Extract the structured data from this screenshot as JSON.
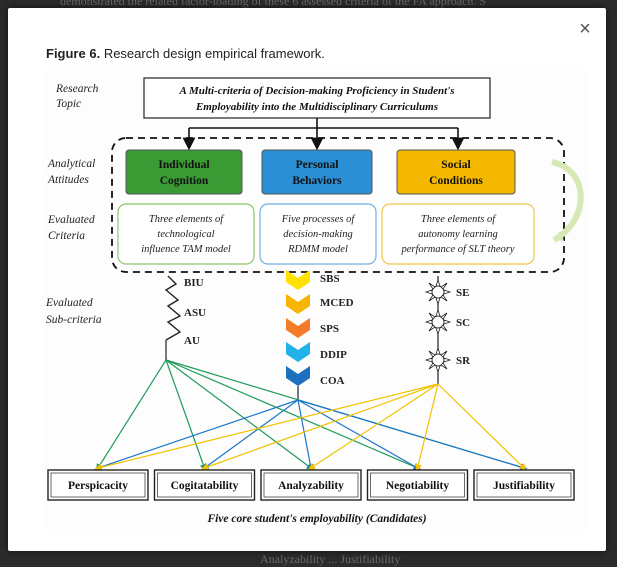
{
  "background": {
    "top_text": "demonstrated the related factor-loading of these 6 assessed criteria of the FA approach. S",
    "bottom_text": "Analyzability ... Justifiability"
  },
  "modal": {
    "close_label": "×",
    "caption_label": "Figure 6.",
    "caption_text": "Research design empirical framework."
  },
  "figure": {
    "left_labels": {
      "research_topic": [
        "Research",
        "Topic"
      ],
      "analytical_attitudes": [
        "Analytical",
        "Attitudes"
      ],
      "evaluated_criteria": [
        "Evaluated",
        "Criteria"
      ],
      "evaluated_subcriteria": [
        "Evaluated",
        "Sub-criteria"
      ]
    },
    "topic": [
      "A Multi-criteria of Decision-making Proficiency in Student's",
      "Employability into the Multidisciplinary Curriculums"
    ],
    "attitudes": [
      {
        "label": [
          "Individual",
          "Cognition"
        ],
        "color": "#3a9b35"
      },
      {
        "label": [
          "Personal",
          "Behaviors"
        ],
        "color": "#2a8fd4"
      },
      {
        "label": [
          "Social",
          "Conditions"
        ],
        "color": "#f5b800"
      }
    ],
    "criteria": [
      [
        "Three elements of",
        "technological",
        "influence TAM model"
      ],
      [
        "Five processes of",
        "decision-making",
        "RDMM model"
      ],
      [
        "Three elements of",
        "autonomy learning",
        "performance of SLT theory"
      ]
    ],
    "tam_sub": [
      "BIU",
      "ASU",
      "AU"
    ],
    "rdmm_sub": [
      "SBS",
      "MCED",
      "SPS",
      "DDIP",
      "COA"
    ],
    "slt_sub": [
      "SE",
      "SC",
      "SR"
    ],
    "outcomes": [
      "Perspicacity",
      "Cogitatability",
      "Analyzability",
      "Negotiability",
      "Justifiability"
    ],
    "footer": "Five core student's employability (Candidates)"
  }
}
